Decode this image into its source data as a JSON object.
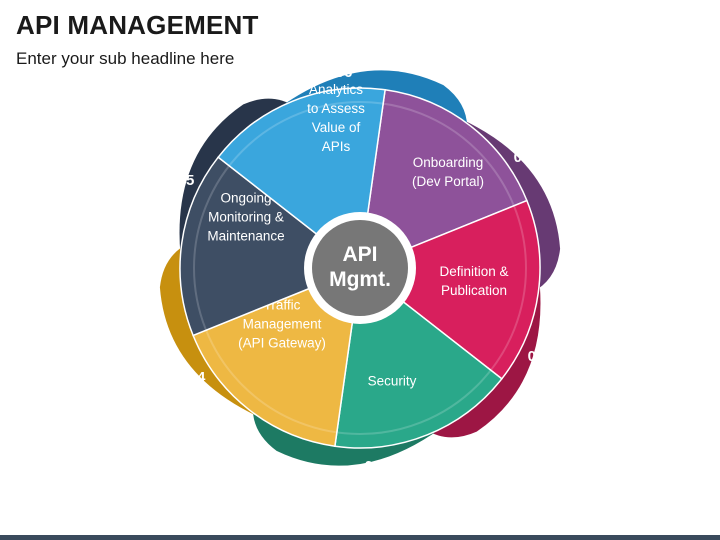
{
  "title": "API MANAGEMENT",
  "subtitle": "Enter your sub headline here",
  "hub": {
    "lines": [
      "API",
      "Mgmt."
    ],
    "color": "#777777"
  },
  "segments": [
    {
      "number": "01",
      "lines": [
        "Onboarding",
        "(Dev Portal)"
      ],
      "color": "#8e529a",
      "shade": "#673a73"
    },
    {
      "number": "02",
      "lines": [
        "Definition &",
        "Publication"
      ],
      "color": "#d81f5d",
      "shade": "#9d1644"
    },
    {
      "number": "03",
      "lines": [
        "Security"
      ],
      "color": "#2aa88a",
      "shade": "#1d7a63"
    },
    {
      "number": "04",
      "lines": [
        "Traffic",
        "Management",
        "(API Gateway)"
      ],
      "color": "#eeb843",
      "shade": "#c7900f"
    },
    {
      "number": "05",
      "lines": [
        "Ongoing",
        "Monitoring &",
        "Maintenance"
      ],
      "color": "#3e4e64",
      "shade": "#28354a"
    },
    {
      "number": "06",
      "lines": [
        "Analytics",
        "to Assess",
        "Value of",
        "APIs"
      ],
      "color": "#3aa6dd",
      "shade": "#1f7fb8"
    }
  ]
}
